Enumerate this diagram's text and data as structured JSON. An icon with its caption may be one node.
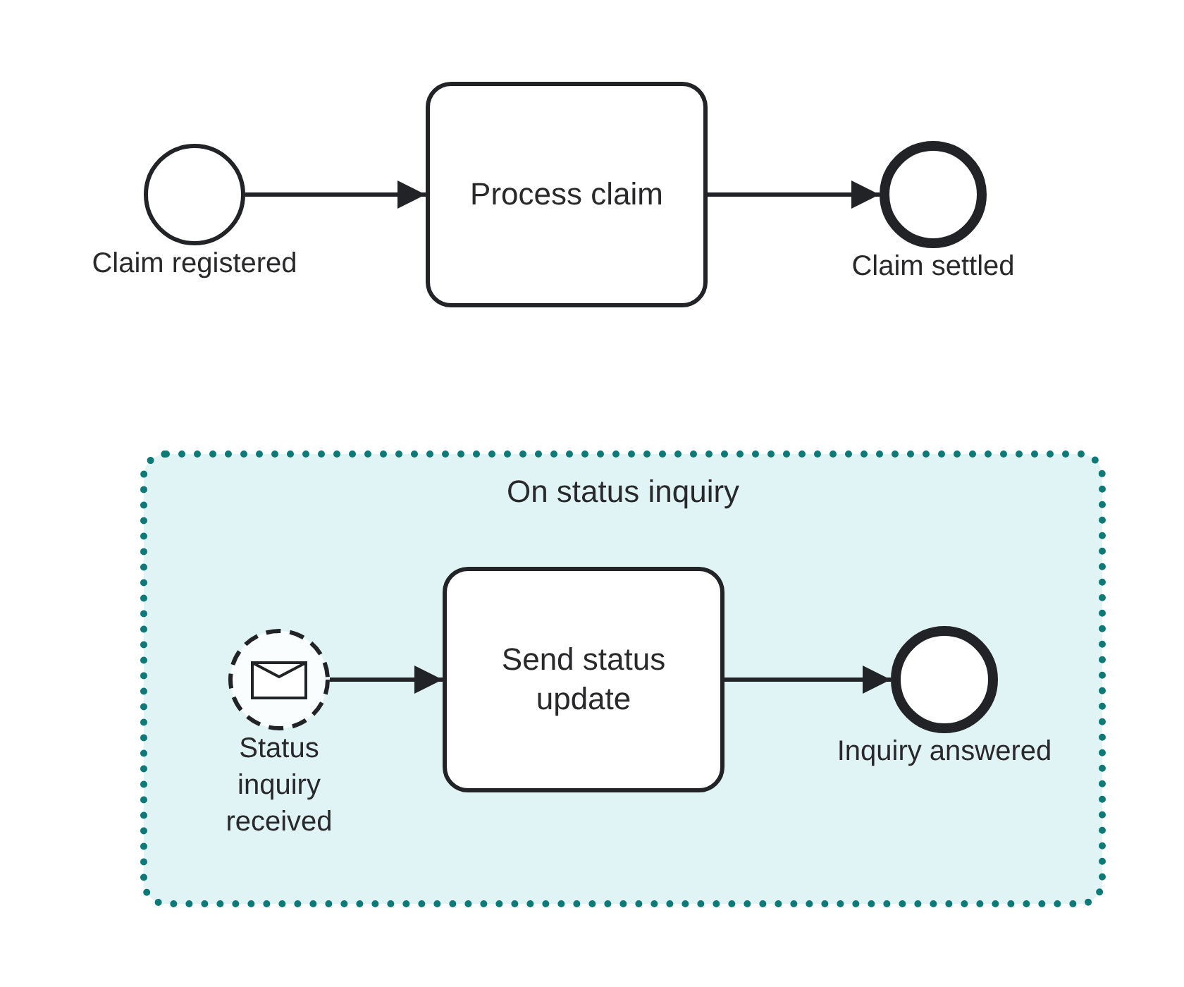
{
  "diagram": {
    "nodes": [
      {
        "text": [],
        "shape": "circle",
        "beside": [
          "Claim registered"
        ]
      },
      {
        "text": [
          "Process claim"
        ]
      },
      {
        "text": [],
        "shape": "circle",
        "beside": [
          "Claim settled"
        ]
      },
      {
        "text": [
          "On status inquiry"
        ]
      },
      {
        "text": [],
        "shape": "circle",
        "in": 3,
        "beside": [
          "Status inquiry received"
        ]
      },
      {
        "text": [
          "Send status update"
        ],
        "in": 3
      },
      {
        "text": [],
        "shape": "circle",
        "in": 3,
        "beside": [
          "Inquiry answered"
        ]
      }
    ],
    "edges": [
      {
        "from": 0,
        "to": 1,
        "arrow": "to"
      },
      {
        "from": 1,
        "to": 2,
        "arrow": "to"
      },
      {
        "from": 4,
        "to": 5,
        "arrow": "to"
      },
      {
        "from": 5,
        "to": 6,
        "arrow": "to"
      }
    ]
  }
}
